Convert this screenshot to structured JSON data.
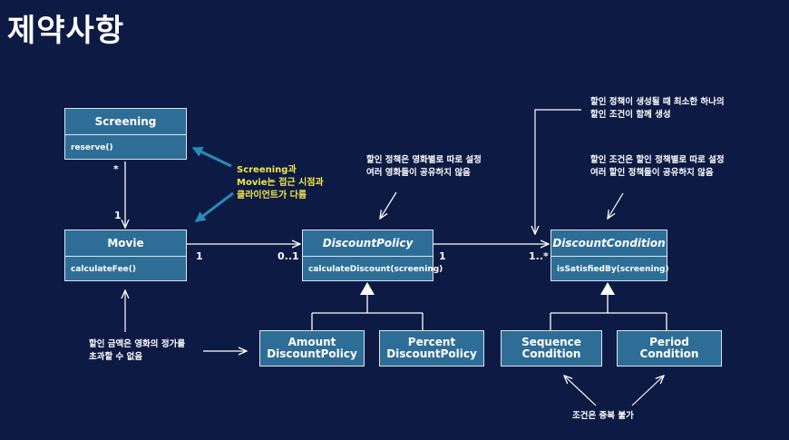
{
  "title": "제약사항",
  "classes": {
    "screening": {
      "name": "Screening",
      "method": "reserve()"
    },
    "movie": {
      "name": "Movie",
      "method": "calculateFee()"
    },
    "discount_policy": {
      "name": "DiscountPolicy",
      "method": "calculateDiscount(screening)"
    },
    "discount_condition": {
      "name": "DiscountCondition",
      "method": "isSatisfiedBy(screening)"
    }
  },
  "subclasses": {
    "amount": {
      "line1": "Amount",
      "line2": "DiscountPolicy"
    },
    "percent": {
      "line1": "Percent",
      "line2": "DiscountPolicy"
    },
    "sequence": {
      "line1": "Sequence",
      "line2": "Condition"
    },
    "period": {
      "line1": "Period",
      "line2": "Condition"
    }
  },
  "multiplicities": {
    "screening_movie_star": "*",
    "screening_movie_one": "1",
    "movie_policy_one": "1",
    "movie_policy_zero_one": "0..1",
    "policy_condition_one": "1",
    "policy_condition_many": "1..*"
  },
  "notes": {
    "client_view": [
      "Screening과",
      "Movie는 접근 시점과",
      "클라이언트가 다름"
    ],
    "policy_shared": [
      "할인 정책은 영화별로 따로 설정",
      "여러 영화들이 공유하지 않음"
    ],
    "condition_created": [
      "할인 정책이 생성될 때 최소한 하나의",
      "할인 조건이 함께 생성"
    ],
    "condition_shared": [
      "할인 조건은 할인 정책별로 따로 설정",
      "여러 할인 정책들이 공유하지 않음"
    ],
    "movie_policy_limit": [
      "할인 금액은 영화의 정가를",
      "초과할 수 없음"
    ],
    "no_duplicate": [
      "조건은 중복 불가"
    ]
  },
  "colors": {
    "background": "#0d1b44",
    "box_fill": "#2e6e96",
    "highlight_arrow": "#2a8bb8",
    "highlight_text": "#f2e64a"
  }
}
